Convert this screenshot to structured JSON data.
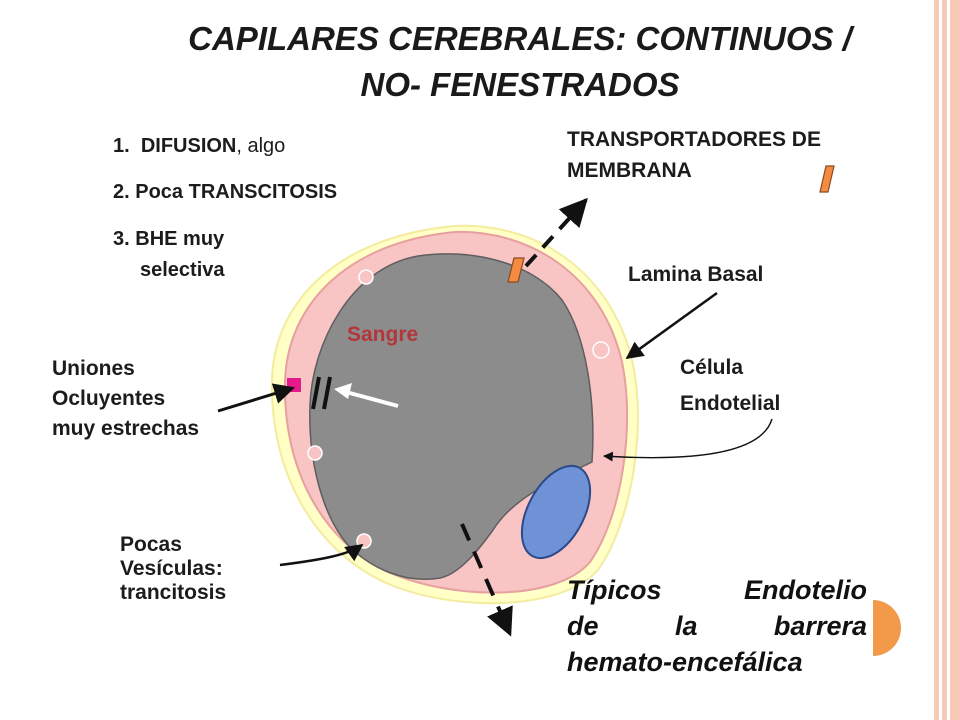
{
  "title": {
    "line1": "CAPILARES CEREBRALES: CONTINUOS /",
    "line2": "NO- FENESTRADOS"
  },
  "features": [
    {
      "number": "1.",
      "bold": "DIFUSION",
      "rest": ", algo"
    },
    {
      "number": "2.",
      "bold": "Poca TRANSCITOSIS",
      "rest": ""
    },
    {
      "number": "3.",
      "bold": "BHE muy",
      "rest": ""
    }
  ],
  "features_cont": "selectiva",
  "labels": {
    "transportadores_l1": "TRANSPORTADORES DE",
    "transportadores_l2": "MEMBRANA",
    "lamina_basal": "Lamina Basal",
    "celula_l1": "Célula",
    "celula_l2": "Endotelial",
    "uniones_l1": "Uniones",
    "uniones_l2": "Ocluyentes",
    "uniones_l3": "muy estrechas",
    "pocas_l1": "Pocas",
    "pocas_l2": "Vesículas:",
    "pocas_l3": "trancitosis",
    "sangre": "Sangre"
  },
  "tipicos": {
    "line1": [
      "Típicos",
      "Endotelio"
    ],
    "line2": [
      "de",
      "la",
      "barrera"
    ],
    "line3": "hemato-encefálica"
  },
  "colors": {
    "lamina": "#ffffc6",
    "endothelium": "#f8c4c4",
    "lumen": "#8c8c8c",
    "nucleus": "#6f92d7",
    "transporter": "#f58a42",
    "junction": "#e4198c",
    "accent": "#f2994a",
    "stripe": "#f7c9b7"
  }
}
